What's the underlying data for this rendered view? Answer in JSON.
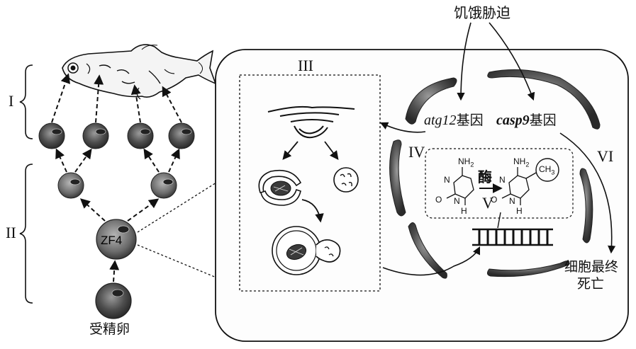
{
  "roman_numerals": {
    "i": "I",
    "ii": "II",
    "iii": "III",
    "iv": "IV",
    "v": "V",
    "vi": "VI"
  },
  "cells": {
    "zf4_label": "ZF4",
    "fertilized_egg_label": "受精卵"
  },
  "stress": {
    "label": "饥饿胁迫"
  },
  "genes": {
    "atg12_name": "atg12",
    "atg12_suffix": "基因",
    "casp9_name": "casp9",
    "casp9_suffix": "基因"
  },
  "methylation": {
    "enzyme_label": "酶",
    "nh2_left": "NH",
    "nh2_left_sub": "2",
    "nh2_right": "NH",
    "nh2_right_sub": "2",
    "ch3": "CH",
    "ch3_sub": "3",
    "n_top_left": "N",
    "n_bottom_left": "N",
    "h_left": "H",
    "o_left": "O",
    "n_top_right": "N",
    "n_bottom_right": "N",
    "h_right": "H",
    "o_right": "O"
  },
  "outcome": {
    "line1": "细胞最终",
    "line2": "死亡"
  },
  "colors": {
    "ink": "#111111",
    "cell_fill": "#5a5a5a",
    "mitochondria_fill": "#4a4a4a"
  }
}
